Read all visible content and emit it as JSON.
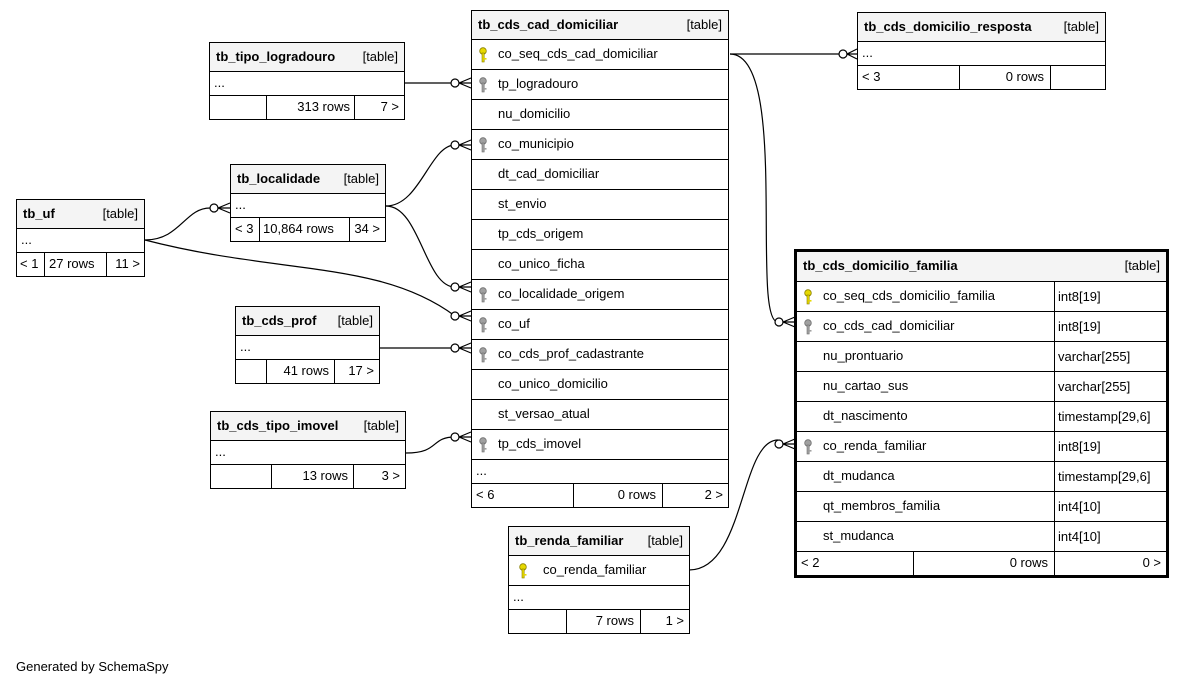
{
  "diagram": {
    "generator_text": "Generated by SchemaSpy",
    "tables": {
      "cad_domiciliar": {
        "name": "tb_cds_cad_domiciliar",
        "kind": "[table]",
        "columns": [
          {
            "name": "co_seq_cds_cad_domiciliar",
            "key": "primary"
          },
          {
            "name": "tp_logradouro",
            "key": "foreign"
          },
          {
            "name": "nu_domicilio",
            "key": ""
          },
          {
            "name": "co_municipio",
            "key": "foreign"
          },
          {
            "name": "dt_cad_domiciliar",
            "key": ""
          },
          {
            "name": "st_envio",
            "key": ""
          },
          {
            "name": "tp_cds_origem",
            "key": ""
          },
          {
            "name": "co_unico_ficha",
            "key": ""
          },
          {
            "name": "co_localidade_origem",
            "key": "foreign"
          },
          {
            "name": "co_uf",
            "key": "foreign"
          },
          {
            "name": "co_cds_prof_cadastrante",
            "key": "foreign"
          },
          {
            "name": "co_unico_domicilio",
            "key": ""
          },
          {
            "name": "st_versao_atual",
            "key": ""
          },
          {
            "name": "tp_cds_imovel",
            "key": "foreign"
          }
        ],
        "ellipsis": "...",
        "footer": {
          "parents": "< 6",
          "rows": "0 rows",
          "children": "2 >"
        }
      },
      "domicilio_resposta": {
        "name": "tb_cds_domicilio_resposta",
        "kind": "[table]",
        "ellipsis": "...",
        "footer": {
          "parents": "< 3",
          "rows": "0 rows",
          "children": ""
        }
      },
      "tipo_logradouro": {
        "name": "tb_tipo_logradouro",
        "kind": "[table]",
        "ellipsis": "...",
        "footer": {
          "parents": "",
          "rows": "313 rows",
          "children": "7 >"
        }
      },
      "localidade": {
        "name": "tb_localidade",
        "kind": "[table]",
        "ellipsis": "...",
        "footer": {
          "parents": "< 3",
          "rows": "10,864 rows",
          "children": "34 >"
        }
      },
      "uf": {
        "name": "tb_uf",
        "kind": "[table]",
        "ellipsis": "...",
        "footer": {
          "parents": "< 1",
          "rows": "27 rows",
          "children": "11 >"
        }
      },
      "cds_prof": {
        "name": "tb_cds_prof",
        "kind": "[table]",
        "ellipsis": "...",
        "footer": {
          "parents": "",
          "rows": "41 rows",
          "children": "17 >"
        }
      },
      "tipo_imovel": {
        "name": "tb_cds_tipo_imovel",
        "kind": "[table]",
        "ellipsis": "...",
        "footer": {
          "parents": "",
          "rows": "13 rows",
          "children": "3 >"
        }
      },
      "renda_familiar": {
        "name": "tb_renda_familiar",
        "kind": "[table]",
        "columns": [
          {
            "name": "co_renda_familiar",
            "key": "primary"
          }
        ],
        "ellipsis": "...",
        "footer": {
          "parents": "",
          "rows": "7 rows",
          "children": "1 >"
        }
      },
      "domicilio_familia": {
        "name": "tb_cds_domicilio_familia",
        "kind": "[table]",
        "columns": [
          {
            "name": "co_seq_cds_domicilio_familia",
            "type": "int8[19]",
            "key": "primary"
          },
          {
            "name": "co_cds_cad_domiciliar",
            "type": "int8[19]",
            "key": "foreign"
          },
          {
            "name": "nu_prontuario",
            "type": "varchar[255]",
            "key": ""
          },
          {
            "name": "nu_cartao_sus",
            "type": "varchar[255]",
            "key": ""
          },
          {
            "name": "dt_nascimento",
            "type": "timestamp[29,6]",
            "key": ""
          },
          {
            "name": "co_renda_familiar",
            "type": "int8[19]",
            "key": "foreign"
          },
          {
            "name": "dt_mudanca",
            "type": "timestamp[29,6]",
            "key": ""
          },
          {
            "name": "qt_membros_familia",
            "type": "int4[10]",
            "key": ""
          },
          {
            "name": "st_mudanca",
            "type": "int4[10]",
            "key": ""
          }
        ],
        "footer": {
          "parents": "< 2",
          "rows": "0 rows",
          "children": "0 >"
        }
      }
    },
    "colors": {
      "primary_key": "#e6d800",
      "foreign_key": "#a0a0a0",
      "header_bg": "#f4f4f4"
    }
  }
}
